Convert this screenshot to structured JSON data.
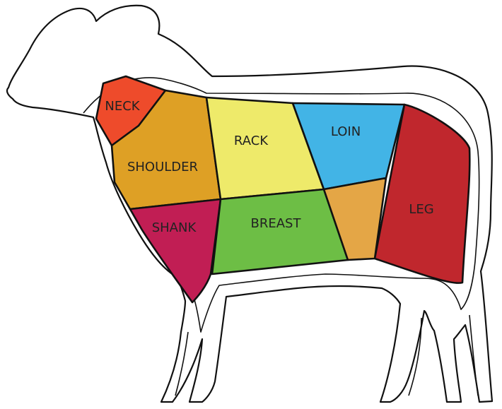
{
  "cuts": [
    {
      "id": "neck",
      "label": "NECK",
      "color": "#ee4b2b"
    },
    {
      "id": "shoulder",
      "label": "SHOULDER",
      "color": "#dea025"
    },
    {
      "id": "rack",
      "label": "RACK",
      "color": "#eeea6a"
    },
    {
      "id": "loin",
      "label": "LOIN",
      "color": "#42b4e6"
    },
    {
      "id": "leg",
      "label": "LEG",
      "color": "#c0272d"
    },
    {
      "id": "shank",
      "label": "SHANK",
      "color": "#c11e54"
    },
    {
      "id": "breast",
      "label": "BREAST",
      "color": "#6dbe45"
    },
    {
      "id": "flank",
      "label": "",
      "color": "#e4a646"
    }
  ]
}
